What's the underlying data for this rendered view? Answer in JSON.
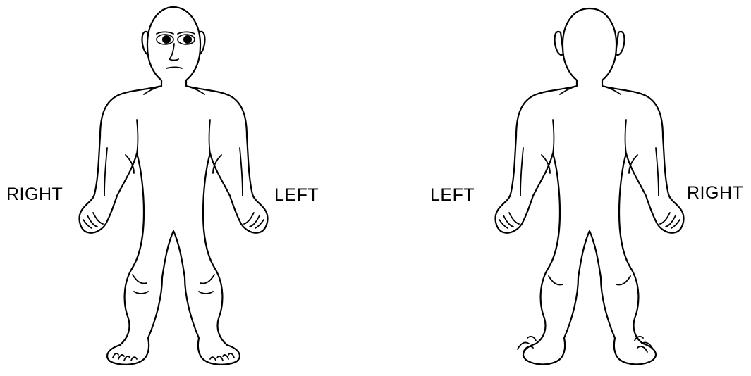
{
  "figures": {
    "front": {
      "label_right": "RIGHT",
      "label_left": "LEFT"
    },
    "back": {
      "label_left": "LEFT",
      "label_right": "RIGHT"
    }
  },
  "colors": {
    "line": "#000000",
    "background": "#ffffff"
  }
}
